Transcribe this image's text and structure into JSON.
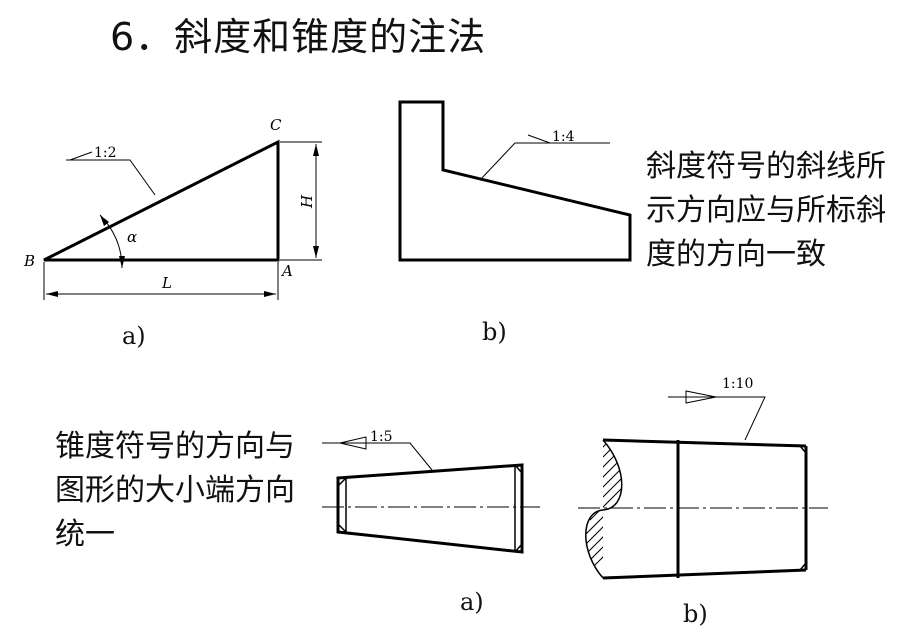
{
  "title": "6．斜度和锥度的注法",
  "slope_note": "斜度符号的斜线所示方向应与所标斜度的方向一致",
  "taper_note": "锥度符号的方向与图形的大小端方向统一",
  "figure_a1": {
    "ratio": "1:2",
    "points": {
      "b": "B",
      "a": "A",
      "c": "C"
    },
    "length": "L",
    "height": "H",
    "angle": "α",
    "caption": "a)"
  },
  "figure_b1": {
    "ratio": "1:4",
    "caption": "b)"
  },
  "figure_a2": {
    "ratio": "1:5",
    "caption": "a)"
  },
  "figure_b2": {
    "ratio": "1:10",
    "caption": "b)"
  }
}
